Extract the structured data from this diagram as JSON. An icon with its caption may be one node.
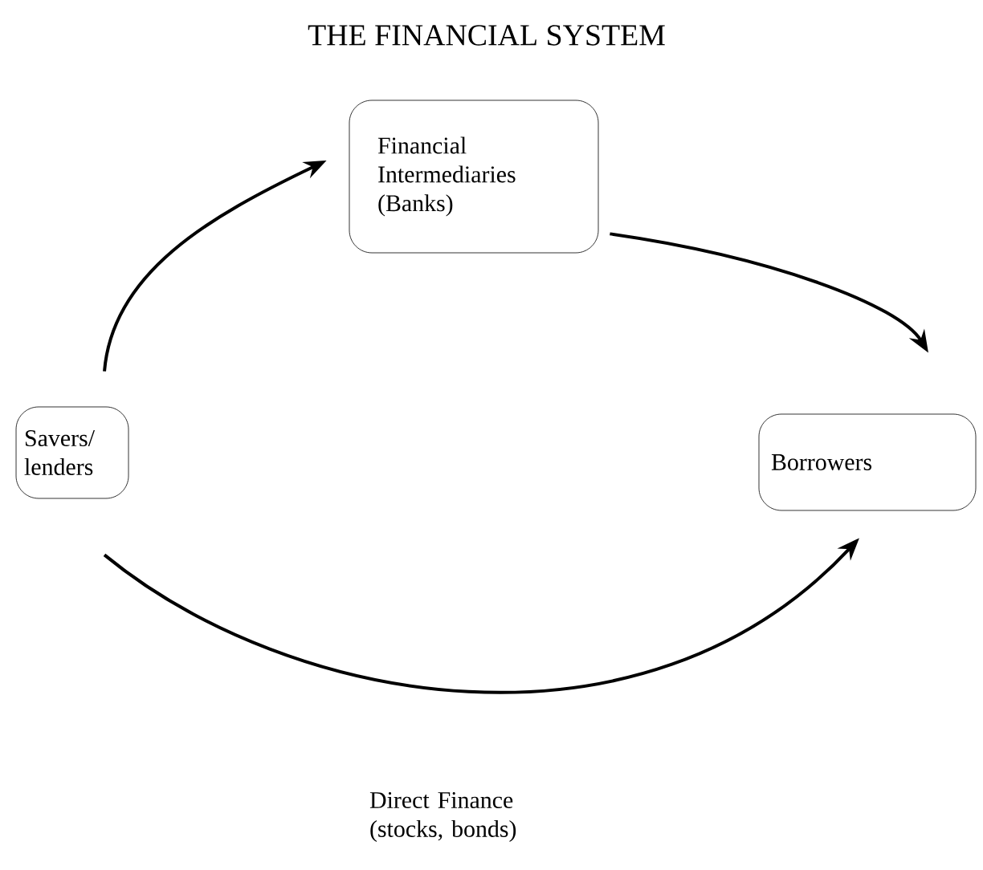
{
  "diagram": {
    "title": "THE FINANCIAL SYSTEM",
    "nodes": [
      {
        "text": [
          "Financial Intermediaries (Banks)"
        ]
      },
      {
        "text": [
          "Savers/ lenders"
        ]
      },
      {
        "text": [
          "Borrowers"
        ]
      }
    ],
    "edges": [
      {
        "from": 1,
        "to": 0,
        "arrow": "to"
      },
      {
        "from": 0,
        "to": 2,
        "arrow": "to"
      },
      {
        "from": 1,
        "to": 2,
        "arrow": "to",
        "label": "Direct Finance (stocks, bonds)"
      }
    ]
  }
}
